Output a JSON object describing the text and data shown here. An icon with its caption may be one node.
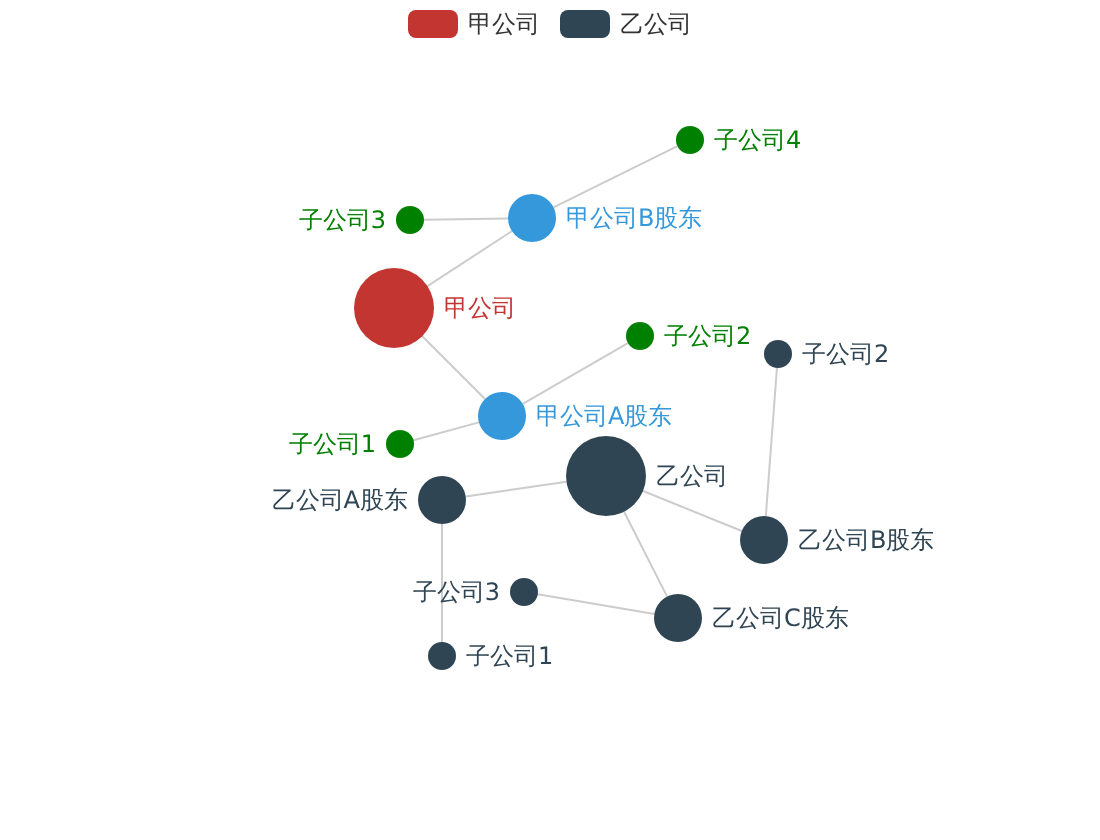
{
  "diagram": {
    "nodes": [
      {
        "text": [
          "子公司3"
        ]
      },
      {
        "text": [
          "甲公司B股东"
        ]
      },
      {
        "text": [
          "子公司4"
        ]
      },
      {
        "text": [
          "甲公司"
        ]
      },
      {
        "text": [
          "子公司2"
        ]
      },
      {
        "text": [
          "子公司2"
        ]
      },
      {
        "text": [
          "甲公司A股东"
        ]
      },
      {
        "text": [
          "子公司1"
        ]
      },
      {
        "text": [
          "乙公司"
        ]
      },
      {
        "text": [
          "乙公司A股东"
        ]
      },
      {
        "text": [
          "乙公司B股东"
        ]
      },
      {
        "text": [
          "子公司3"
        ]
      },
      {
        "text": [
          "乙公司C股东"
        ]
      },
      {
        "text": [
          "子公司1"
        ]
      }
    ],
    "edges": [
      {
        "from": 1,
        "to": 0,
        "arrow": "none"
      },
      {
        "from": 1,
        "to": 2,
        "arrow": "none"
      },
      {
        "from": 1,
        "to": 3,
        "arrow": "none"
      },
      {
        "from": 3,
        "to": 6,
        "arrow": "none"
      },
      {
        "from": 6,
        "to": 4,
        "arrow": "none"
      },
      {
        "from": 6,
        "to": 7,
        "arrow": "none"
      },
      {
        "from": 8,
        "to": 9,
        "arrow": "none"
      },
      {
        "from": 8,
        "to": 10,
        "arrow": "none"
      },
      {
        "from": 8,
        "to": 12,
        "arrow": "none"
      },
      {
        "from": 10,
        "to": 5,
        "arrow": "none"
      },
      {
        "from": 12,
        "to": 11,
        "arrow": "none"
      },
      {
        "from": 9,
        "to": 13,
        "arrow": "none"
      }
    ],
    "legend": [
      {
        "text": "甲公司",
        "color": "#c23531"
      },
      {
        "text": "乙公司",
        "color": "#2f4554"
      }
    ]
  }
}
